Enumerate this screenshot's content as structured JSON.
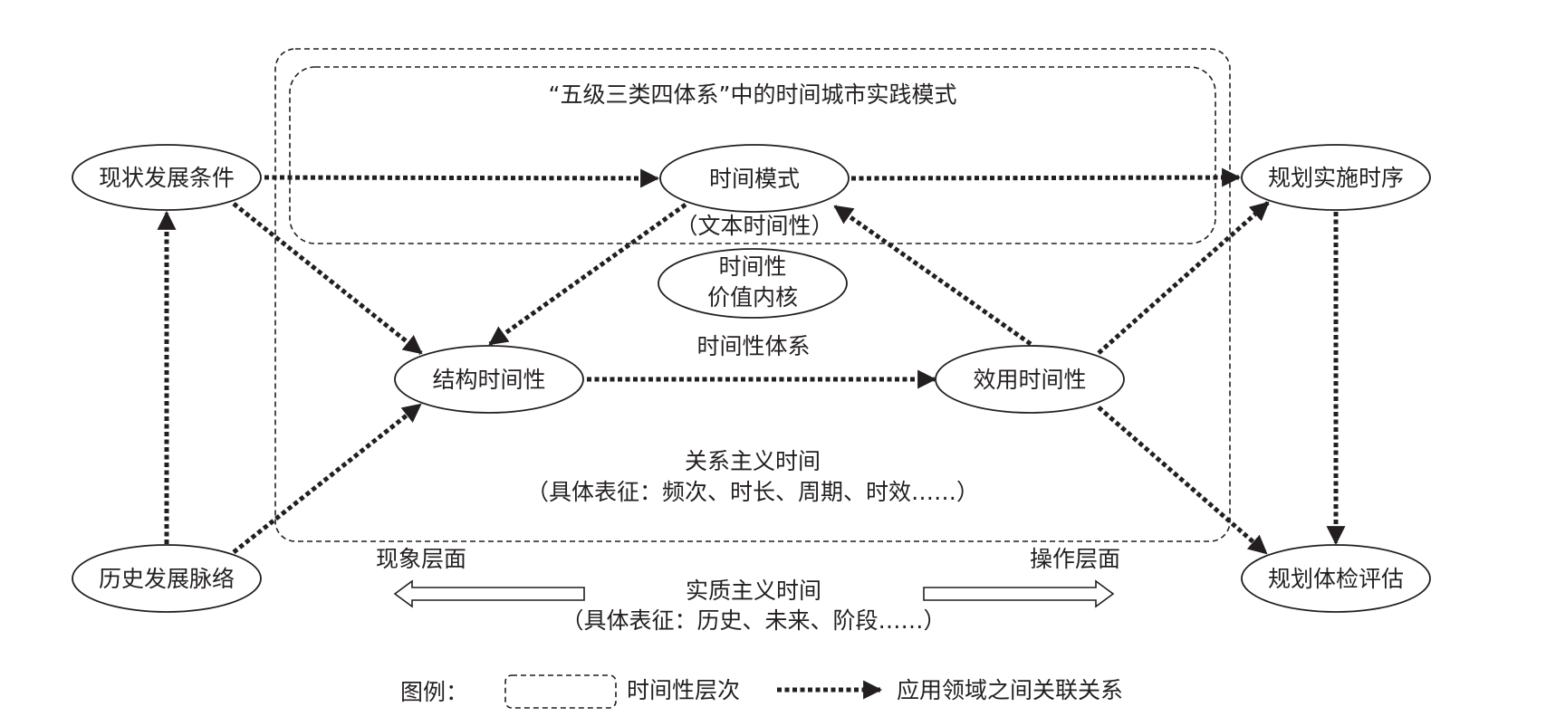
{
  "diagram": {
    "title": "“五级三类四体系”中的时间城市实践模式",
    "nodes": {
      "current_conditions": "现状发展条件",
      "time_model": "时间模式",
      "implementation_sequence": "规划实施时序",
      "structural_temporality": "结构时间性",
      "utility_temporality": "效用时间性",
      "historical_context": "历史发展脉络",
      "plan_evaluation": "规划体检评估",
      "core_line1": "时间性",
      "core_line2": "价值内核"
    },
    "labels": {
      "text_temporality": "（文本时间性）",
      "temporality_system": "时间性体系",
      "relational_time": "关系主义时间",
      "relational_examples": "（具体表征：频次、时长、周期、时效……）",
      "phenomenon_level": "现象层面",
      "operation_level": "操作层面",
      "substantive_time": "实质主义时间",
      "substantive_examples": "（具体表征：历史、未来、阶段……）"
    },
    "legend": {
      "title": "图例：",
      "dashed_box_label": "时间性层次",
      "arrow_label": "应用领域之间关联关系"
    }
  }
}
